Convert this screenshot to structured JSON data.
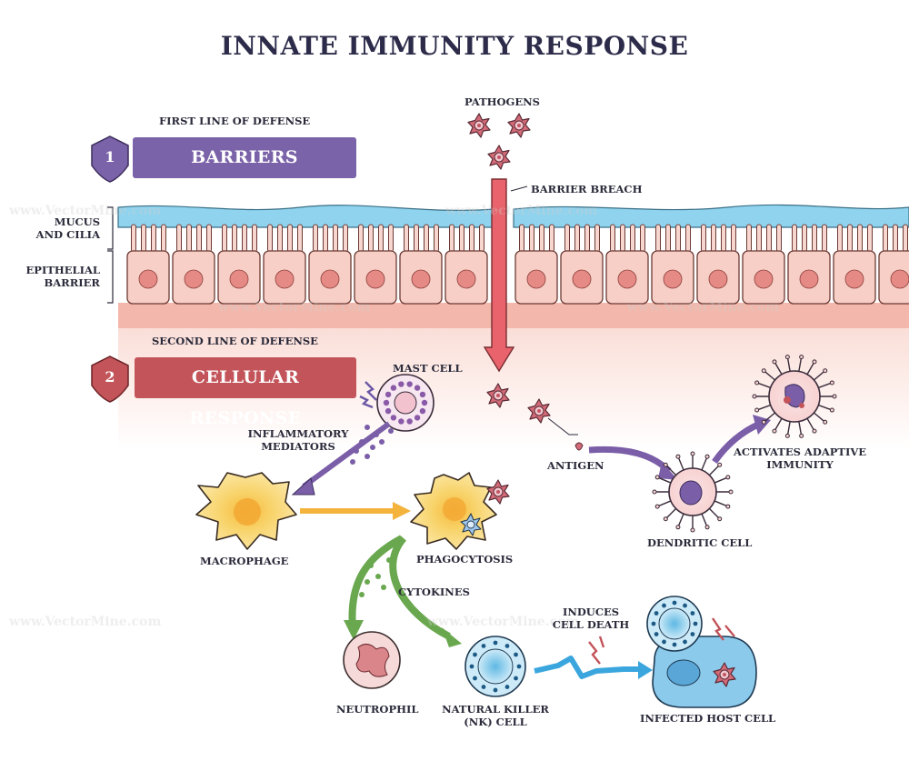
{
  "title": "INNATE IMMUNITY RESPONSE",
  "first_line": {
    "heading": "FIRST LINE OF DEFENSE",
    "number": "1",
    "banner": "BARRIERS"
  },
  "second_line": {
    "heading": "SECOND LINE OF DEFENSE",
    "number": "2",
    "banner": "CELLULAR RESPONSE"
  },
  "barrier_labels": {
    "mucus_line1": "MUCUS",
    "mucus_line2": "AND CILIA",
    "epithelial_line1": "EPITHELIAL",
    "epithelial_line2": "BARRIER"
  },
  "labels": {
    "pathogens": "PATHOGENS",
    "barrier_breach": "BARRIER BREACH",
    "mast_cell": "MAST CELL",
    "inflammatory_line1": "INFLAMMATORY",
    "inflammatory_line2": "MEDIATORS",
    "antigen": "ANTIGEN",
    "activates_line1": "ACTIVATES ADAPTIVE",
    "activates_line2": "IMMUNITY",
    "macrophage": "MACROPHAGE",
    "phagocytosis": "PHAGOCYTOSIS",
    "dendritic_cell": "DENDRITIC CELL",
    "cytokines": "CYTOKINES",
    "induces_line1": "INDUCES",
    "induces_line2": "CELL DEATH",
    "neutrophil": "NEUTROPHIL",
    "nk_line1": "NATURAL KILLER",
    "nk_line2": "(NK) CELL",
    "infected_host": "INFECTED HOST CELL"
  },
  "watermark": "www.VectorMine.com",
  "colors": {
    "purple": "#7a63a8",
    "red": "#c2545a",
    "mucus": "#8fd3ee",
    "cell_fill": "#f7cfc6",
    "nucleus": "#e68a86",
    "tissue": "#f2b3a7",
    "arrow_red": "#e8636b",
    "arrow_purple": "#7b5ea8",
    "arrow_orange": "#f3b33d",
    "arrow_green": "#6aa84f",
    "arrow_blue": "#3aa6dd"
  }
}
